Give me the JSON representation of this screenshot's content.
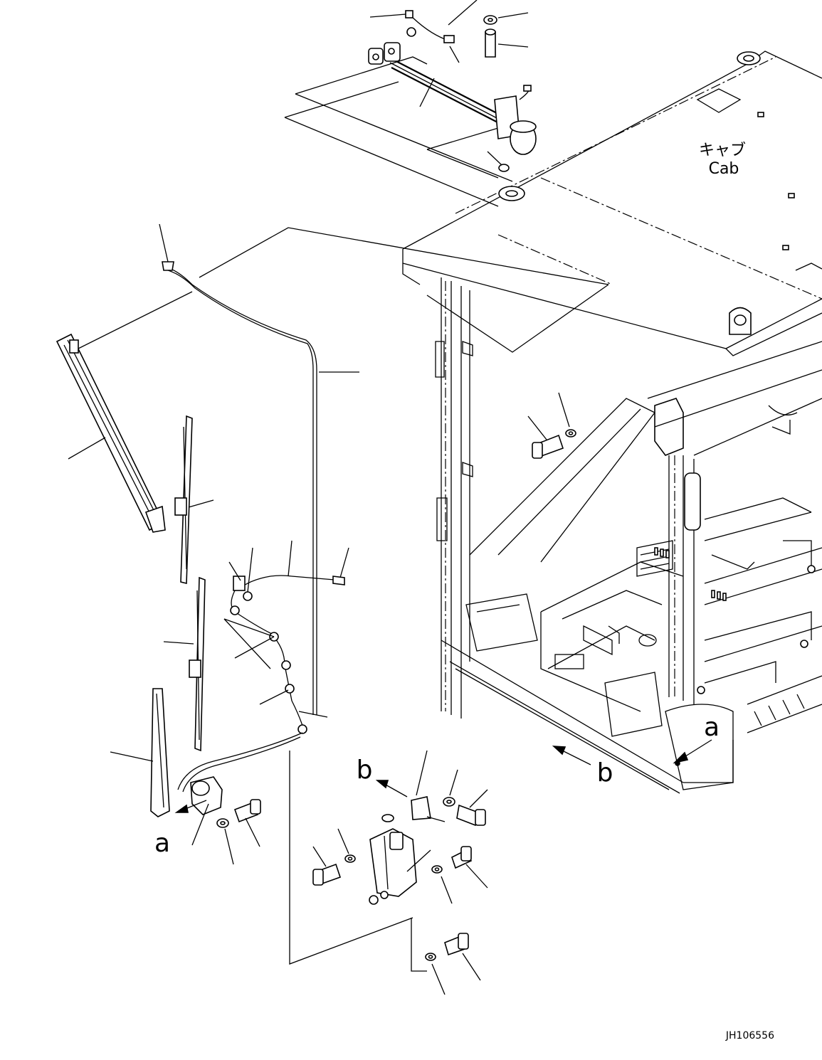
{
  "labels": {
    "cab_jp": "キャブ",
    "cab_en": "Cab",
    "view_a_left": "a",
    "view_a_right": "a",
    "view_b_left": "b",
    "view_b_right": "b",
    "drawing_id": "JH106556"
  }
}
